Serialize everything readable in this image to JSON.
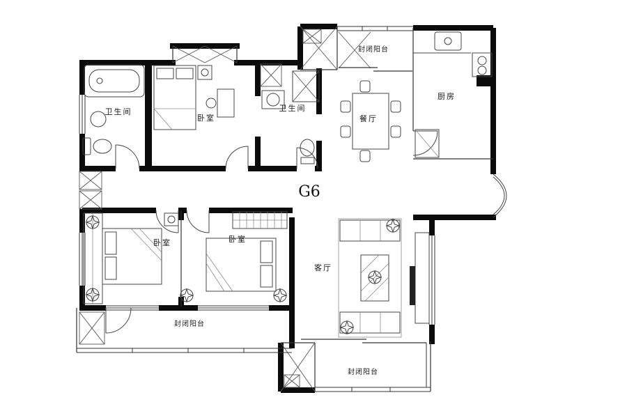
{
  "page": {
    "background": "#ffffff",
    "ink": "#0b0b0b"
  },
  "plan": {
    "unit_label": "G6",
    "rooms": [
      {
        "id": "bathroom-1",
        "label": "卫生间"
      },
      {
        "id": "bedroom-1",
        "label": "卧室"
      },
      {
        "id": "bathroom-2",
        "label": "卫生间"
      },
      {
        "id": "dining-room",
        "label": "餐厅"
      },
      {
        "id": "kitchen",
        "label": "厨房"
      },
      {
        "id": "balcony-top",
        "label": "封闭阳台"
      },
      {
        "id": "bedroom-2",
        "label": "卧室"
      },
      {
        "id": "bedroom-3",
        "label": "卧室"
      },
      {
        "id": "living-room",
        "label": "客厅"
      },
      {
        "id": "balcony-bottom-left",
        "label": "封闭阳台"
      },
      {
        "id": "balcony-bottom-right",
        "label": "封闭阳台"
      }
    ]
  }
}
